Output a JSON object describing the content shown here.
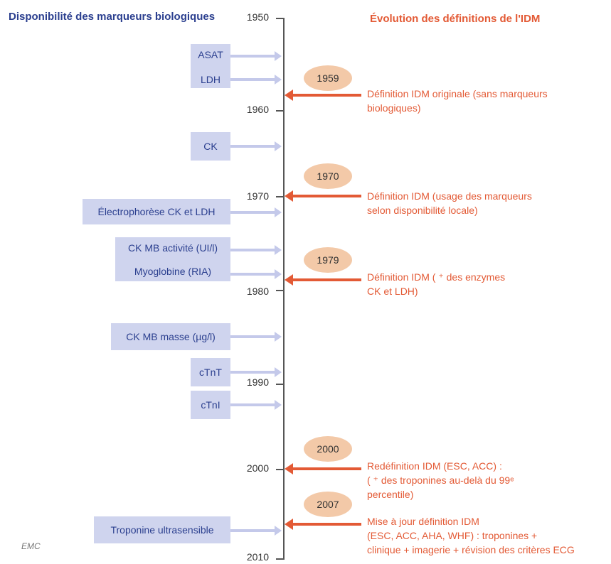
{
  "titles": {
    "left": "Disponibilité des marqueurs biologiques",
    "right": "Évolution des définitions de l'IDM"
  },
  "years": [
    "1950",
    "1960",
    "1970",
    "1980",
    "1990",
    "2000",
    "2010"
  ],
  "markers": [
    "ASAT",
    "LDH",
    "CK",
    "Électrophorèse CK et LDH",
    "CK MB activité (UI/l)",
    "Myoglobine (RIA)",
    "CK MB masse (µg/l)",
    "cTnT",
    "cTnI",
    "Troponine ultrasensible"
  ],
  "definitions": [
    {
      "year": "1959",
      "text": "Définition IDM originale (sans marqueurs\nbiologiques)"
    },
    {
      "year": "1970",
      "text": "Définition IDM (usage des marqueurs\nselon disponibilité locale)"
    },
    {
      "year": "1979",
      "text": "Définition IDM ( ⁺ des enzymes\nCK et LDH)"
    },
    {
      "year": "2000",
      "text": "Redéfinition IDM (ESC, ACC) :\n( ⁺ des troponines au-delà du 99ᵉ\npercentile)"
    },
    {
      "year": "2007",
      "text": "Mise à jour définition IDM\n(ESC, ACC, AHA, WHF) : troponines +\nclinique + imagerie + révision des critères ECG"
    }
  ],
  "logo": "EMC",
  "colors": {
    "blue": "#2b3f8f",
    "orange": "#e35a35",
    "box": "#cfd4ee",
    "oval": "#f3c9a8"
  }
}
